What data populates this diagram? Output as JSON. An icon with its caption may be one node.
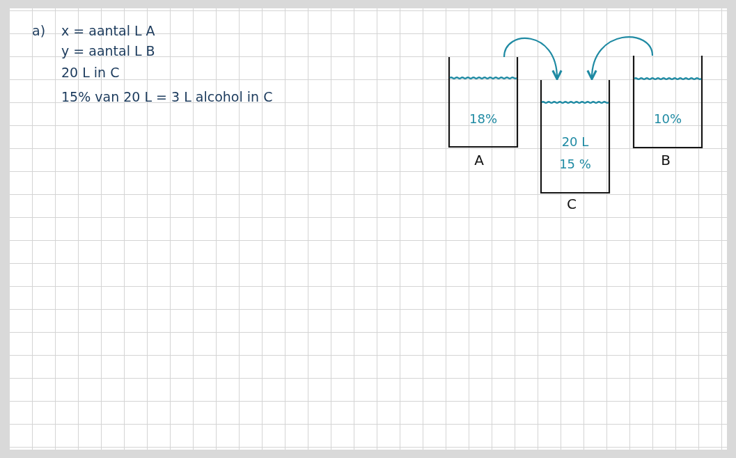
{
  "diagram": {
    "nodes": [
      {
        "text": [
          "18%"
        ],
        "beside": [
          "A"
        ]
      },
      {
        "text": [
          "20 L",
          "15 %"
        ],
        "beside": [
          "C"
        ]
      },
      {
        "text": [
          "10%"
        ],
        "beside": [
          "B"
        ]
      }
    ],
    "edges": [
      {
        "from": 0,
        "to": 1,
        "arrow": "to"
      },
      {
        "from": 2,
        "to": 1,
        "arrow": "to"
      }
    ],
    "labels": [
      "a)",
      "x = aantal L A",
      "y = aantal L B",
      "20 L in C",
      "15% van 20 L = 3 L alcohol in C"
    ]
  }
}
